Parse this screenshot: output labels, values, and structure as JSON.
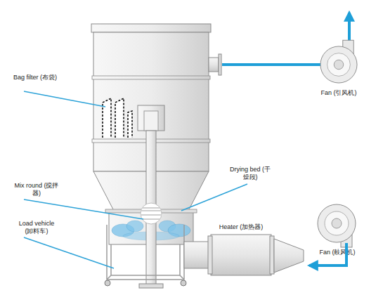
{
  "diagram": {
    "nodes": [
      {
        "text": [
          "Fan (引风机)"
        ]
      },
      {
        "text": [
          "Heater (加热器)"
        ]
      },
      {
        "text": [
          "Fan (鼓风机)"
        ]
      }
    ],
    "edges": [
      {
        "from": 2,
        "to": 1,
        "arrow": "to"
      }
    ],
    "labels": [
      "Bag filter (布袋)",
      "Mix round (搅拌器)",
      "Load vehicle (卸料车)",
      "Drying bed (干燥段)"
    ]
  }
}
